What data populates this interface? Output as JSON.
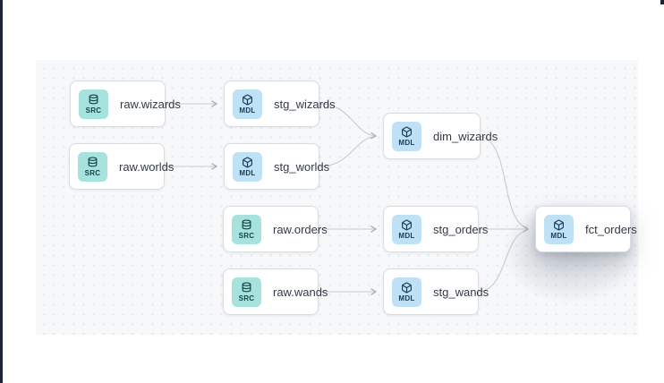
{
  "window": {
    "background": "#ffffff",
    "left_bar_color": "#1e2433"
  },
  "canvas": {
    "background": "#f7f8fa",
    "dot_color": "#e0e3e8",
    "edge_color": "#c6cad0"
  },
  "node_types": {
    "src": {
      "badge_label": "SRC",
      "badge_color": "#a6e3dd",
      "badge_text_color": "#16434c",
      "icon": "database-icon"
    },
    "mdl": {
      "badge_label": "MDL",
      "badge_color": "#bfe1f6",
      "badge_text_color": "#193a5c",
      "icon": "cube-icon"
    }
  },
  "nodes": [
    {
      "id": "raw.wizards",
      "label": "raw.wizards",
      "type": "src"
    },
    {
      "id": "stg_wizards",
      "label": "stg_wizards",
      "type": "mdl"
    },
    {
      "id": "raw.worlds",
      "label": "raw.worlds",
      "type": "src"
    },
    {
      "id": "stg_worlds",
      "label": "stg_worlds",
      "type": "mdl"
    },
    {
      "id": "dim_wizards",
      "label": "dim_wizards",
      "type": "mdl"
    },
    {
      "id": "raw.orders",
      "label": "raw.orders",
      "type": "src"
    },
    {
      "id": "stg_orders",
      "label": "stg_orders",
      "type": "mdl"
    },
    {
      "id": "raw.wands",
      "label": "raw.wands",
      "type": "src"
    },
    {
      "id": "stg_wands",
      "label": "stg_wands",
      "type": "mdl"
    },
    {
      "id": "fct_orders",
      "label": "fct_orders",
      "type": "mdl",
      "highlighted": true
    }
  ],
  "edges": [
    {
      "from": "raw.wizards",
      "to": "stg_wizards"
    },
    {
      "from": "raw.worlds",
      "to": "stg_worlds"
    },
    {
      "from": "stg_wizards",
      "to": "dim_wizards"
    },
    {
      "from": "stg_worlds",
      "to": "dim_wizards"
    },
    {
      "from": "raw.orders",
      "to": "stg_orders"
    },
    {
      "from": "raw.wands",
      "to": "stg_wands"
    },
    {
      "from": "dim_wizards",
      "to": "fct_orders"
    },
    {
      "from": "stg_orders",
      "to": "fct_orders"
    },
    {
      "from": "stg_wands",
      "to": "fct_orders"
    }
  ]
}
